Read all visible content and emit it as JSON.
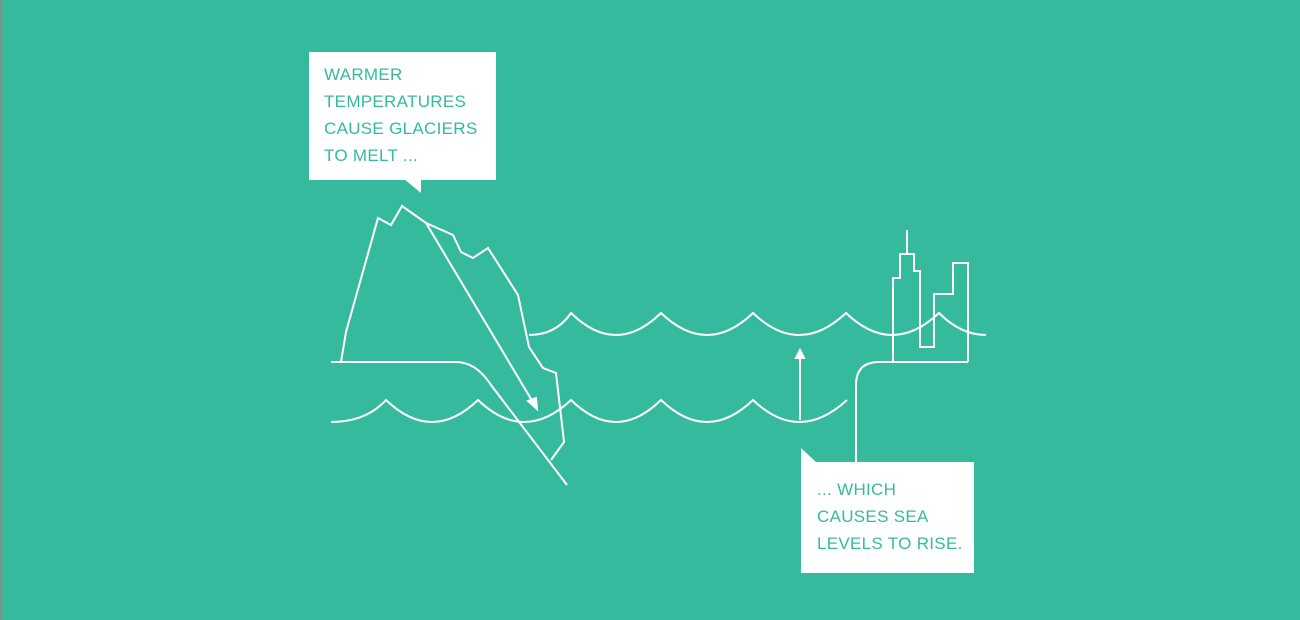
{
  "callouts": {
    "glacier": {
      "lines": [
        "WARMER",
        "TEMPERATURES",
        "CAUSE GLACIERS",
        "TO MELT ..."
      ]
    },
    "sea": {
      "lines": [
        "... WHICH",
        "CAUSES SEA",
        "LEVELS TO RISE."
      ]
    }
  },
  "colors": {
    "background": "#36ba9e",
    "line": "#ffffff",
    "text": "#36ba9e"
  }
}
